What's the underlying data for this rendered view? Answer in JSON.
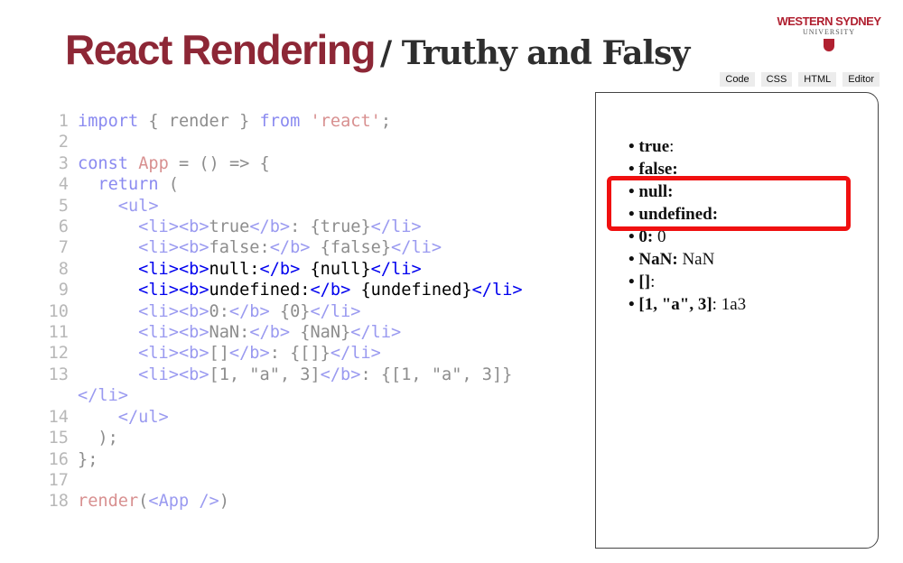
{
  "title": {
    "main": "React Rendering",
    "sub": "/ Truthy and Falsy"
  },
  "logo": {
    "line1": "WESTERN SYDNEY",
    "line2": "UNIVERSITY"
  },
  "tabs": [
    "Code",
    "CSS",
    "HTML",
    "Editor"
  ],
  "code": [
    {
      "n": "1",
      "tokens": [
        [
          "import",
          "k"
        ],
        [
          " { render } ",
          "d"
        ],
        [
          "from",
          "k"
        ],
        [
          " ",
          "d"
        ],
        [
          "'react'",
          "s"
        ],
        [
          ";",
          "d"
        ]
      ]
    },
    {
      "n": "2",
      "tokens": []
    },
    {
      "n": "3",
      "tokens": [
        [
          "const",
          "k"
        ],
        [
          " ",
          "d"
        ],
        [
          "App",
          "f"
        ],
        [
          " = () => {",
          "d"
        ]
      ]
    },
    {
      "n": "4",
      "tokens": [
        [
          "  return",
          "k"
        ],
        [
          " (",
          "d"
        ]
      ]
    },
    {
      "n": "5",
      "tokens": [
        [
          "    <ul>",
          "t"
        ]
      ]
    },
    {
      "n": "6",
      "tokens": [
        [
          "      <li><b>",
          "t"
        ],
        [
          "true",
          "d"
        ],
        [
          "</b>",
          "t"
        ],
        [
          ": {true}",
          "d"
        ],
        [
          "</li>",
          "t"
        ]
      ]
    },
    {
      "n": "7",
      "tokens": [
        [
          "      <li><b>",
          "t"
        ],
        [
          "false:",
          "d"
        ],
        [
          "</b>",
          "t"
        ],
        [
          " {false}",
          "d"
        ],
        [
          "</li>",
          "t"
        ]
      ]
    },
    {
      "n": "8",
      "hl": true,
      "tokens": [
        [
          "      <li><b>",
          "t"
        ],
        [
          "null:",
          "d"
        ],
        [
          "</b>",
          "t"
        ],
        [
          " {null}",
          "d"
        ],
        [
          "</li>",
          "t"
        ]
      ]
    },
    {
      "n": "9",
      "hl": true,
      "tokens": [
        [
          "      <li><b>",
          "t"
        ],
        [
          "undefined:",
          "d"
        ],
        [
          "</b>",
          "t"
        ],
        [
          " {undefined}",
          "d"
        ],
        [
          "</li>",
          "t"
        ]
      ]
    },
    {
      "n": "10",
      "tokens": [
        [
          "      <li><b>",
          "t"
        ],
        [
          "0:",
          "d"
        ],
        [
          "</b>",
          "t"
        ],
        [
          " {0}",
          "d"
        ],
        [
          "</li>",
          "t"
        ]
      ]
    },
    {
      "n": "11",
      "tokens": [
        [
          "      <li><b>",
          "t"
        ],
        [
          "NaN:",
          "d"
        ],
        [
          "</b>",
          "t"
        ],
        [
          " {NaN}",
          "d"
        ],
        [
          "</li>",
          "t"
        ]
      ]
    },
    {
      "n": "12",
      "tokens": [
        [
          "      <li><b>",
          "t"
        ],
        [
          "[]",
          "d"
        ],
        [
          "</b>",
          "t"
        ],
        [
          ": {[]}",
          "d"
        ],
        [
          "</li>",
          "t"
        ]
      ]
    },
    {
      "n": "13",
      "tokens": [
        [
          "      <li><b>",
          "t"
        ],
        [
          "[1, \"a\", 3]",
          "d"
        ],
        [
          "</b>",
          "t"
        ],
        [
          ": {[1, \"a\", 3]}",
          "d"
        ]
      ]
    },
    {
      "n": "",
      "tokens": [
        [
          "</li>",
          "t"
        ]
      ]
    },
    {
      "n": "14",
      "tokens": [
        [
          "    </ul>",
          "t"
        ]
      ]
    },
    {
      "n": "15",
      "tokens": [
        [
          "  );",
          "d"
        ]
      ]
    },
    {
      "n": "16",
      "tokens": [
        [
          "};",
          "d"
        ]
      ]
    },
    {
      "n": "17",
      "tokens": []
    },
    {
      "n": "18",
      "tokens": [
        [
          "render",
          "f"
        ],
        [
          "(",
          "d"
        ],
        [
          "<App />",
          "t"
        ],
        [
          ")",
          "d"
        ]
      ]
    }
  ],
  "output": [
    {
      "label": "true",
      "value": ":"
    },
    {
      "label": "false:",
      "value": ""
    },
    {
      "label": "null:",
      "value": ""
    },
    {
      "label": "undefined:",
      "value": ""
    },
    {
      "label": "0:",
      "value": " 0"
    },
    {
      "label": "NaN:",
      "value": " NaN"
    },
    {
      "label": "[]",
      "value": ":"
    },
    {
      "label": "[1, \"a\", 3]",
      "value": ": 1a3"
    }
  ],
  "colors": {
    "title": "#8d2736",
    "highlight": "#f01010"
  }
}
